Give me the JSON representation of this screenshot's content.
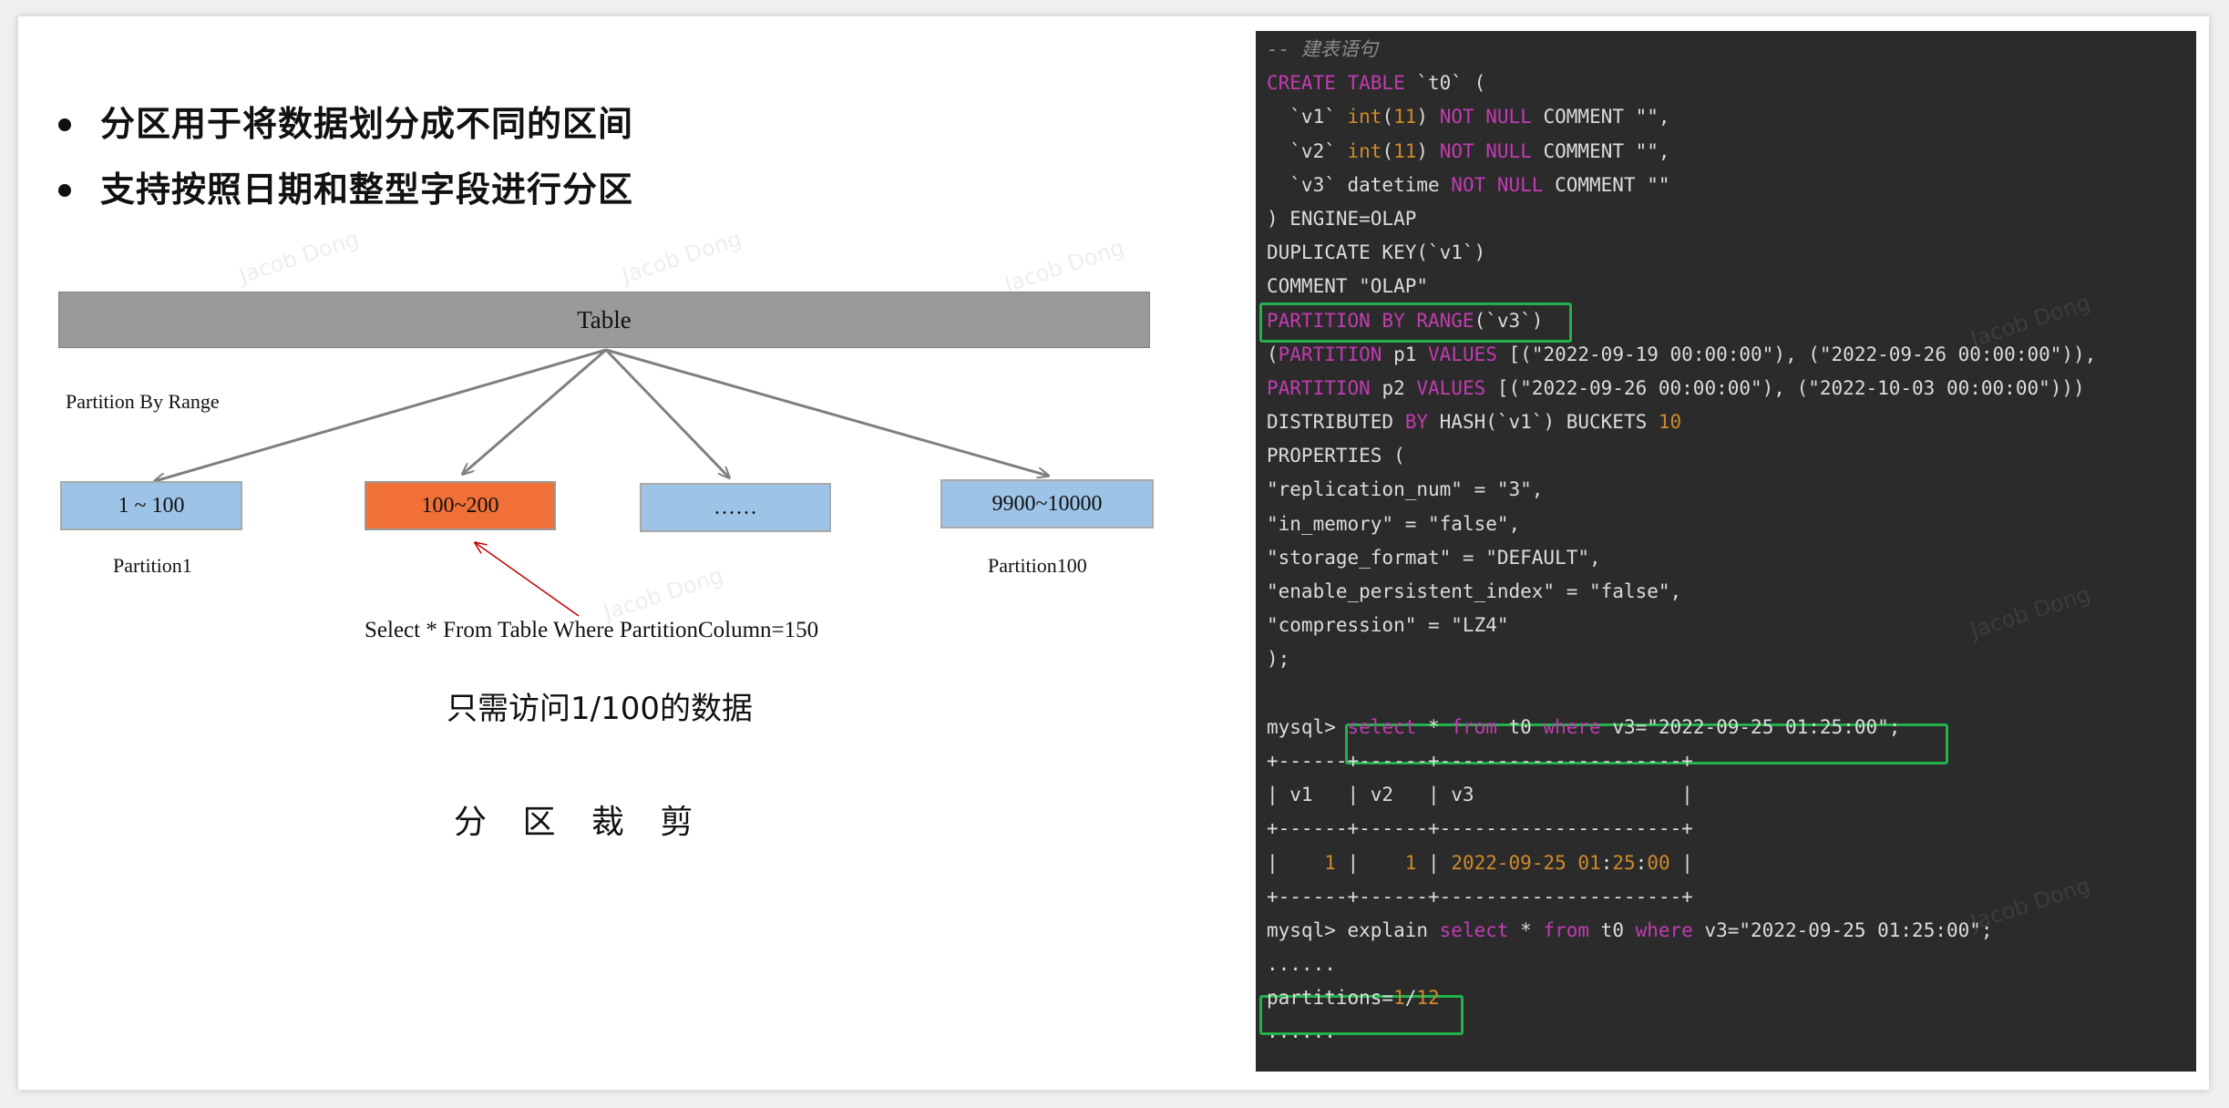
{
  "bullets": [
    "分区用于将数据划分成不同的区间",
    "支持按照日期和整型字段进行分区"
  ],
  "diagram": {
    "table_label": "Table",
    "partition_by_label": "Partition By Range",
    "partitions": [
      {
        "label": "1 ~ 100",
        "color": "#9dc3e6"
      },
      {
        "label": "100~200",
        "color": "#f07038"
      },
      {
        "label": "……",
        "color": "#9dc3e6"
      },
      {
        "label": "9900~10000",
        "color": "#9dc3e6"
      }
    ],
    "partition_names": [
      "Partition1",
      "Partition100"
    ],
    "query": "Select * From Table Where PartitionColumn=150",
    "note": "只需访问1/100的数据",
    "title": "分 区 裁 剪"
  },
  "code_lines": [
    [
      [
        "c",
        "-- 建表语句"
      ]
    ],
    [
      [
        "k",
        "CREATE TABLE"
      ],
      [
        "s",
        " `t0` ("
      ]
    ],
    [
      [
        "s",
        "  `v1` "
      ],
      [
        "n",
        "int"
      ],
      [
        "s",
        "("
      ],
      [
        "n",
        "11"
      ],
      [
        "s",
        ") "
      ],
      [
        "k",
        "NOT NULL"
      ],
      [
        "s",
        " COMMENT \"\","
      ]
    ],
    [
      [
        "s",
        "  `v2` "
      ],
      [
        "n",
        "int"
      ],
      [
        "s",
        "("
      ],
      [
        "n",
        "11"
      ],
      [
        "s",
        ") "
      ],
      [
        "k",
        "NOT NULL"
      ],
      [
        "s",
        " COMMENT \"\","
      ]
    ],
    [
      [
        "s",
        "  `v3` datetime "
      ],
      [
        "k",
        "NOT NULL"
      ],
      [
        "s",
        " COMMENT \"\""
      ]
    ],
    [
      [
        "s",
        ") ENGINE=OLAP"
      ]
    ],
    [
      [
        "s",
        "DUPLICATE KEY(`v1`)"
      ]
    ],
    [
      [
        "s",
        "COMMENT \"OLAP\""
      ]
    ],
    [
      [
        "k",
        "PARTITION BY RANGE"
      ],
      [
        "s",
        "(`v3`)"
      ]
    ],
    [
      [
        "s",
        "("
      ],
      [
        "k",
        "PARTITION"
      ],
      [
        "s",
        " p1 "
      ],
      [
        "k",
        "VALUES"
      ],
      [
        "s",
        " [(\"2022-09-19 00:00:00\"), (\"2022-09-26 00:00:00\")),"
      ]
    ],
    [
      [
        "k",
        "PARTITION"
      ],
      [
        "s",
        " p2 "
      ],
      [
        "k",
        "VALUES"
      ],
      [
        "s",
        " [(\"2022-09-26 00:00:00\"), (\"2022-10-03 00:00:00\")))"
      ]
    ],
    [
      [
        "s",
        "DISTRIBUTED "
      ],
      [
        "k",
        "BY"
      ],
      [
        "s",
        " HASH(`v1`) BUCKETS "
      ],
      [
        "n",
        "10"
      ]
    ],
    [
      [
        "s",
        "PROPERTIES ("
      ]
    ],
    [
      [
        "s",
        "\"replication_num\" = \"3\","
      ]
    ],
    [
      [
        "s",
        "\"in_memory\" = \"false\","
      ]
    ],
    [
      [
        "s",
        "\"storage_format\" = \"DEFAULT\","
      ]
    ],
    [
      [
        "s",
        "\"enable_persistent_index\" = \"false\","
      ]
    ],
    [
      [
        "s",
        "\"compression\" = \"LZ4\""
      ]
    ],
    [
      [
        "s",
        ");"
      ]
    ],
    [
      [
        "s",
        ""
      ]
    ],
    [
      [
        "s",
        "mysql> "
      ],
      [
        "k",
        "select"
      ],
      [
        "s",
        " * "
      ],
      [
        "k",
        "from"
      ],
      [
        "s",
        " t0 "
      ],
      [
        "k",
        "where"
      ],
      [
        "s",
        " v3=\"2022-09-25 01:25:00\";"
      ]
    ],
    [
      [
        "s",
        "+------+------+---------------------+"
      ]
    ],
    [
      [
        "s",
        "| v1   | v2   | v3                  |"
      ]
    ],
    [
      [
        "s",
        "+------+------+---------------------+"
      ]
    ],
    [
      [
        "s",
        "|    "
      ],
      [
        "n",
        "1"
      ],
      [
        "s",
        " |    "
      ],
      [
        "n",
        "1"
      ],
      [
        "s",
        " | "
      ],
      [
        "n",
        "2022-09-25 01"
      ],
      [
        "s",
        ":"
      ],
      [
        "n",
        "25"
      ],
      [
        "s",
        ":"
      ],
      [
        "n",
        "00"
      ],
      [
        "s",
        " |"
      ]
    ],
    [
      [
        "s",
        "+------+------+---------------------+"
      ]
    ],
    [
      [
        "s",
        "mysql> explain "
      ],
      [
        "k",
        "select"
      ],
      [
        "s",
        " * "
      ],
      [
        "k",
        "from"
      ],
      [
        "s",
        " t0 "
      ],
      [
        "k",
        "where"
      ],
      [
        "s",
        " v3=\"2022-09-25 01:25:00\";"
      ]
    ],
    [
      [
        "s",
        "......"
      ]
    ],
    [
      [
        "s",
        "partitions="
      ],
      [
        "n",
        "1"
      ],
      [
        "s",
        "/"
      ],
      [
        "n",
        "12"
      ]
    ],
    [
      [
        "s",
        "......"
      ]
    ]
  ],
  "colors": {
    "keyword": "#c23bb2",
    "number": "#d08a2a",
    "highlight": "#22b14c",
    "code_bg": "#2b2b2b"
  }
}
